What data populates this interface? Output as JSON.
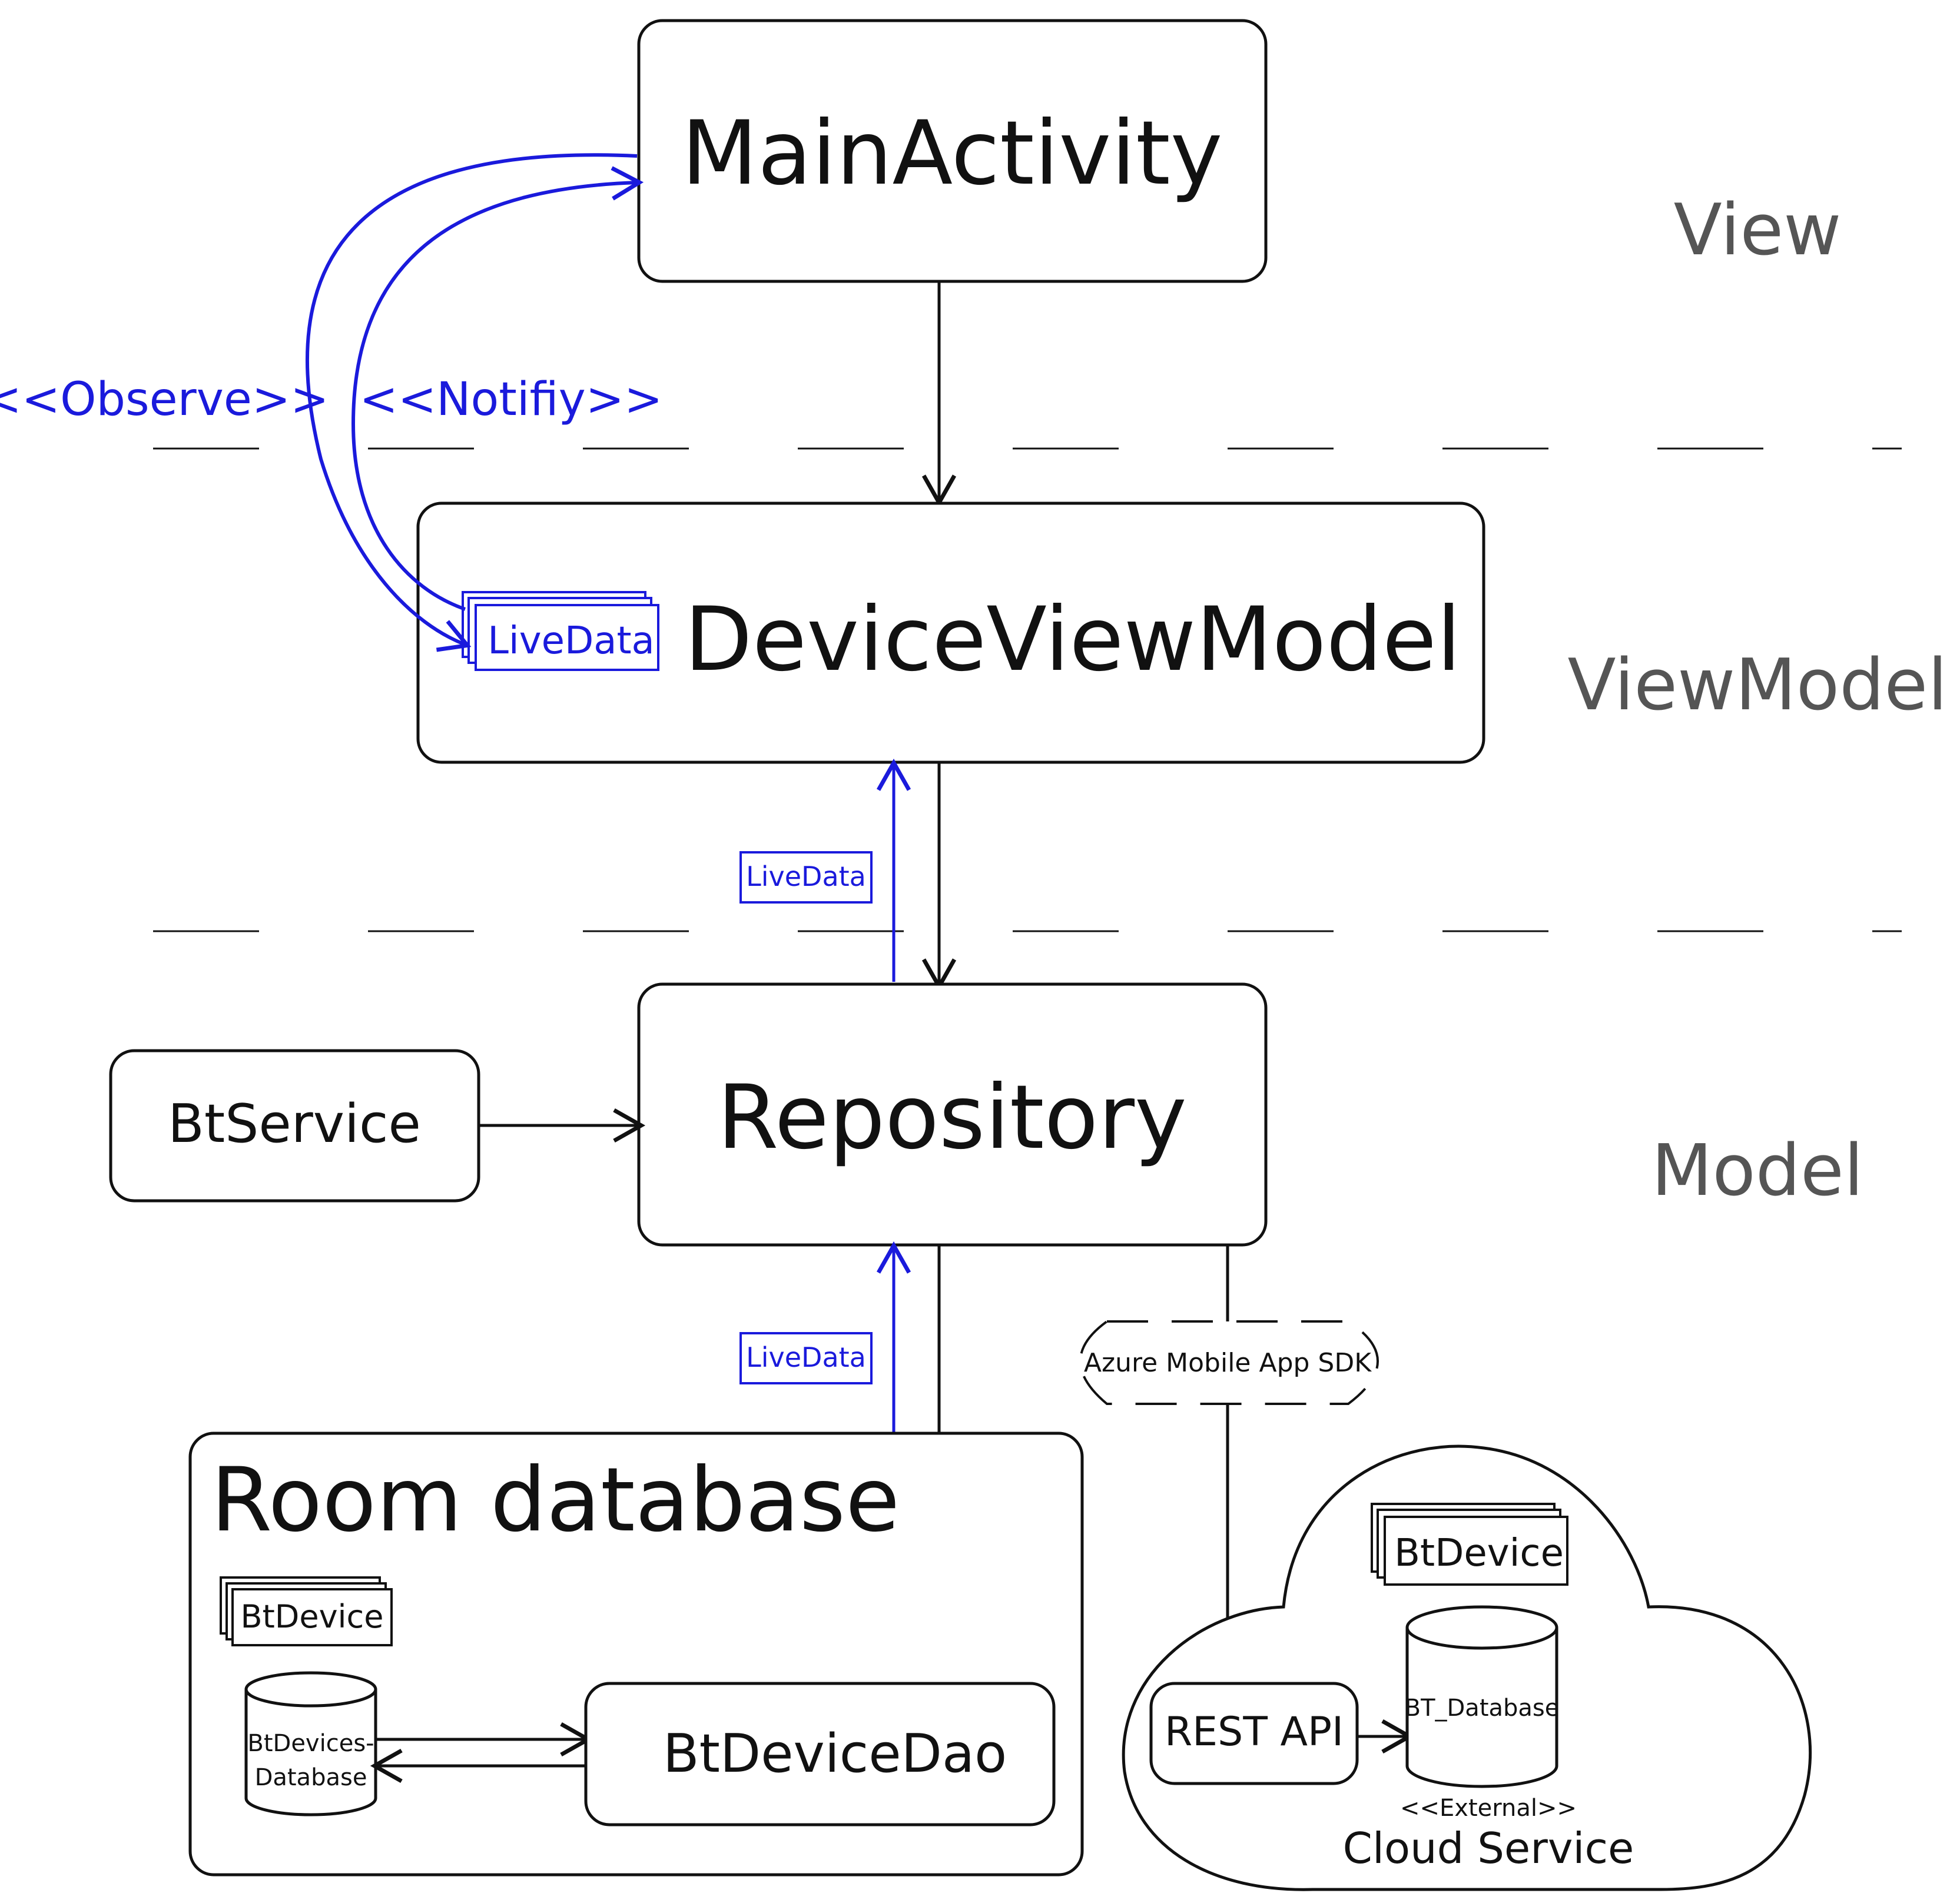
{
  "layers": {
    "view": "View",
    "viewmodel": "ViewModel",
    "model": "Model"
  },
  "components": {
    "main_activity": "MainActivity",
    "device_view_model": "DeviceViewModel",
    "repository": "Repository",
    "bt_service": "BtService",
    "room_database": "Room database",
    "bt_device_dao": "BtDeviceDao",
    "bt_devices_database_line1": "BtDevices-",
    "bt_devices_database_line2": "Database",
    "bt_device_room": "BtDevice",
    "bt_device_cloud": "BtDevice",
    "rest_api": "REST API",
    "bt_database_cloud": "BT_Database",
    "external_stereotype": "<<External>>",
    "cloud_service": "Cloud Service",
    "azure_sdk": "Azure Mobile App SDK"
  },
  "labels": {
    "observe": "<<Observe>>",
    "notify": "<<Notifiy>>",
    "livedata_viewmodel": "LiveData",
    "livedata_vm_repo": "LiveData",
    "livedata_repo_dao": "LiveData"
  },
  "colors": {
    "accent_blue": "#1a1adc",
    "layer_text": "#555555",
    "stroke": "#111111"
  }
}
